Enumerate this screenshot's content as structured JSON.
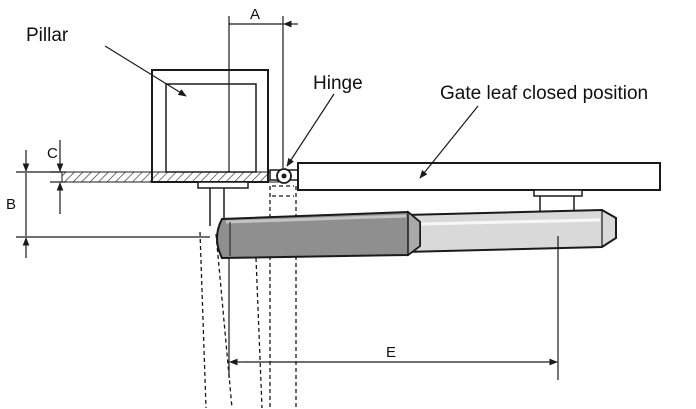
{
  "labels": {
    "pillar": "Pillar",
    "hinge": "Hinge",
    "gate_leaf": "Gate leaf closed position"
  },
  "dimensions": {
    "a": "A",
    "b": "B",
    "c": "C",
    "e": "E"
  },
  "colors": {
    "line": "#1a1a1a",
    "actuator_dark": "#8f8f8f",
    "actuator_light": "#d9d9d9",
    "background": "#ffffff"
  }
}
